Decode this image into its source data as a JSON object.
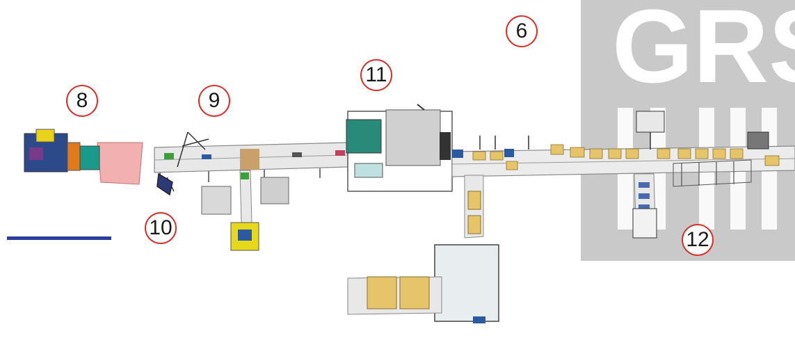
{
  "diagram": {
    "callouts": [
      {
        "id": "c6",
        "label": "6"
      },
      {
        "id": "c8",
        "label": "8"
      },
      {
        "id": "c9",
        "label": "9"
      },
      {
        "id": "c10",
        "label": "10"
      },
      {
        "id": "c11",
        "label": "11"
      },
      {
        "id": "c12",
        "label": "12"
      }
    ],
    "watermark_letters": "GRS",
    "colors": {
      "callout_ring": "#d8302a",
      "watermark_gray": "#c9c9c9",
      "conveyor_gray": "#d9d9d9",
      "box_tan": "#e6c56a",
      "scale_bar_blue": "#2a3f9a"
    }
  }
}
